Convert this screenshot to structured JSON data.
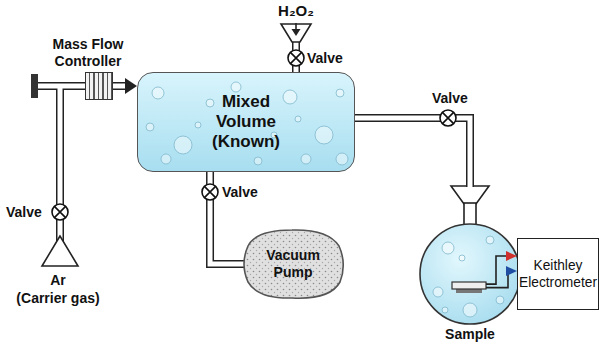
{
  "diagram": {
    "nodes": [
      {
        "text": [
          "Mass Flow Controller"
        ]
      },
      {
        "text": [
          "Mixed Volume (Known)"
        ]
      },
      {
        "text": [
          "Vacuum Pump"
        ]
      },
      {
        "text": [
          "Sample"
        ]
      },
      {
        "text": [
          "Keithley Electrometer"
        ]
      }
    ],
    "edges": [
      {
        "from": 0,
        "to": 1,
        "arrow": "to"
      },
      {
        "from": 1,
        "to": 2,
        "arrow": "none"
      },
      {
        "from": 1,
        "to": 3,
        "arrow": "none"
      },
      {
        "from": 3,
        "to": 4,
        "arrow": "to"
      },
      {
        "from": 3,
        "to": 4,
        "arrow": "to"
      }
    ],
    "labels": [
      "H₂O₂",
      "Valve",
      "Valve",
      "Valve",
      "Valve",
      "Ar",
      "(Carrier gas)"
    ]
  }
}
